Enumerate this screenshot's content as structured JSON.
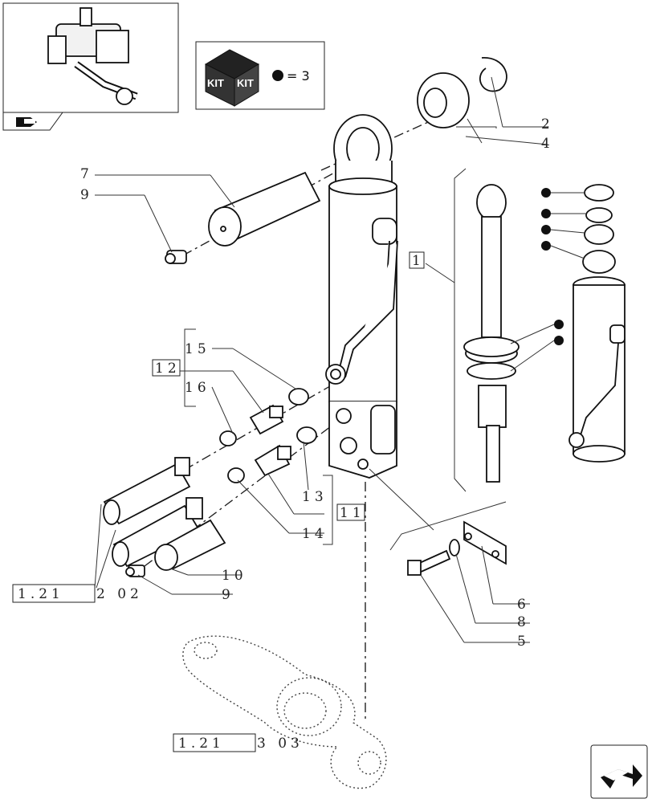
{
  "kit_box": {
    "kit_word_1": "KIT",
    "kit_word_2": "KIT",
    "legend_text": "= 3"
  },
  "labels": {
    "ref_1": "1",
    "ref_2": "2",
    "ref_4": "4",
    "ref_5": "5",
    "ref_6": "6",
    "ref_7": "7",
    "ref_8": "8",
    "ref_9_top": "9",
    "ref_9_bottom": "9",
    "ref_10": "10",
    "ref_11": "11",
    "ref_12": "12",
    "ref_13": "13",
    "ref_14": "14",
    "ref_15": "15",
    "ref_16": "16"
  },
  "cross_refs": {
    "ref_a_box": "1.21",
    "ref_a_suffix": "2  02",
    "ref_b_box": "1.21",
    "ref_b_suffix": "3  03"
  },
  "colors": {
    "line": "#222222",
    "paper": "#ffffff"
  },
  "icons": {
    "thumbnail": "assembly-thumbnail-icon",
    "prev": "previous-page-icon",
    "next": "next-page-icon",
    "kit": "kit-box-icon",
    "bullet": "bullet-dot-icon"
  }
}
